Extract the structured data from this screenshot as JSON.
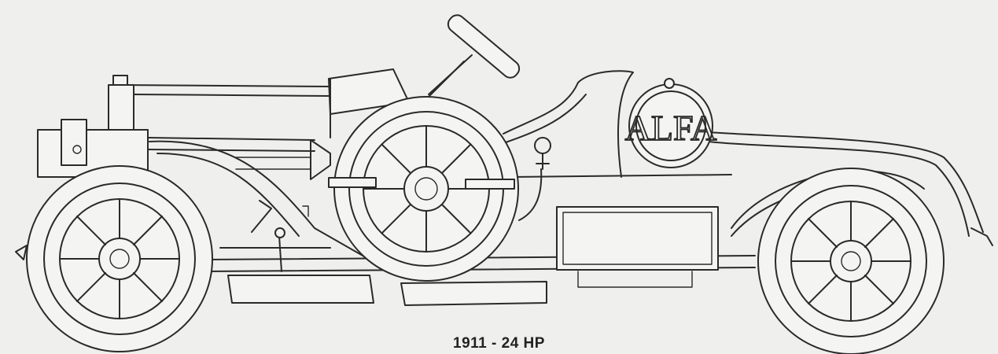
{
  "caption": "1911 - 24 HP",
  "badge_text": "ALFA",
  "colors": {
    "ink": "#2a2a2a",
    "paper": "#efefed"
  },
  "icons": [
    "car-drawing",
    "wheel-icon",
    "steering-wheel-icon",
    "alfa-badge-icon",
    "horn-icon"
  ]
}
